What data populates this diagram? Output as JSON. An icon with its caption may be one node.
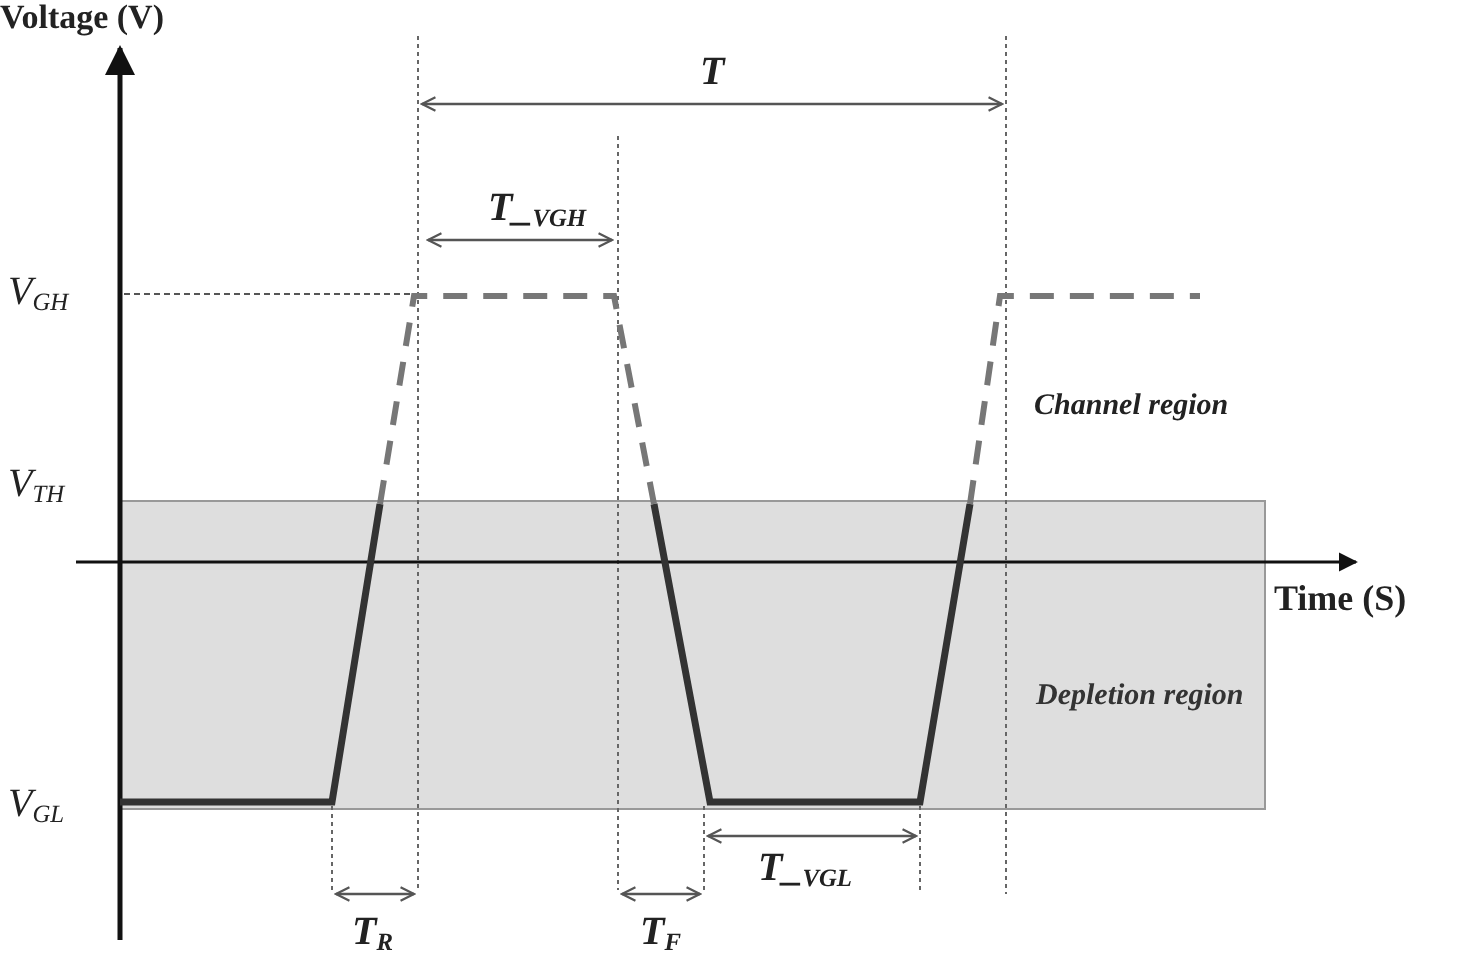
{
  "diagram": {
    "nodes": [
      {
        "text": [
          "Depletion region"
        ]
      }
    ],
    "labels": [
      "Voltage (V)",
      "T",
      "T_$_{VGH}$",
      "V$_{GH}$",
      "Channel region",
      "V$_{TH}$",
      "Time (S)",
      "V$_{GL}$",
      "T_$_{VGL}$",
      "T$_{R}$",
      "T$_{F}$"
    ]
  }
}
